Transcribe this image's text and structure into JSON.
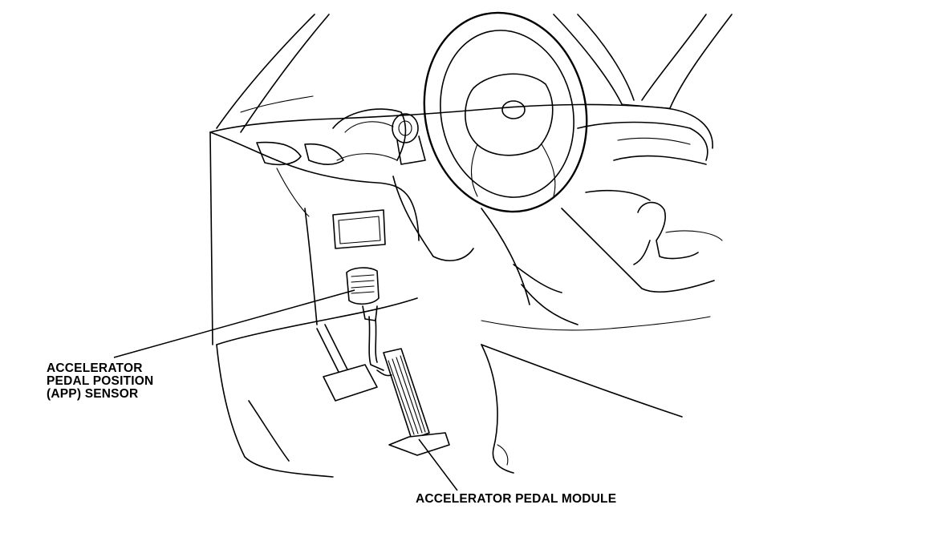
{
  "labels": {
    "app_sensor": {
      "line1": "ACCELERATOR",
      "line2": "PEDAL POSITION",
      "line3": "(APP) SENSOR"
    },
    "pedal_module": "ACCELERATOR PEDAL MODULE"
  }
}
